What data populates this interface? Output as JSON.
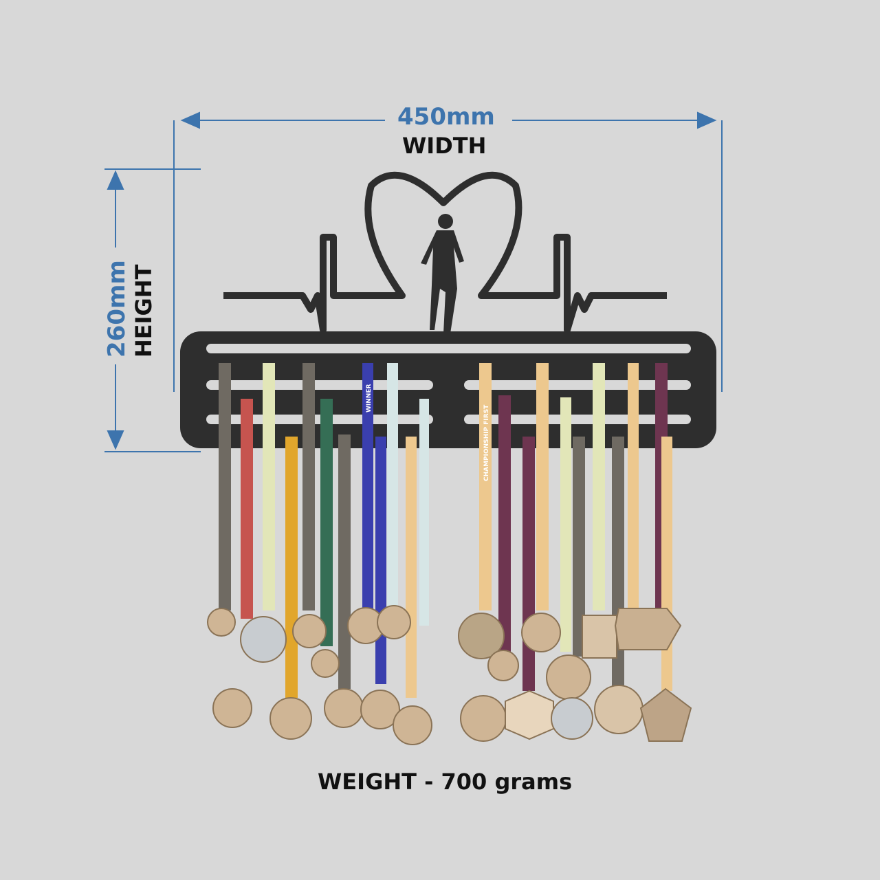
{
  "dimensions": {
    "width_value": "450mm",
    "width_label": "WIDTH",
    "height_value": "260mm",
    "height_label": "HEIGHT",
    "weight": "WEIGHT - 700 grams"
  },
  "ribbon_text": {
    "winner": "WINNER",
    "championship": "CHAMPIONSHIP FIRST"
  },
  "colors": {
    "background": "#d8d8d8",
    "dimension_blue": "#3d74ad",
    "rack": "#2e2e2e"
  }
}
